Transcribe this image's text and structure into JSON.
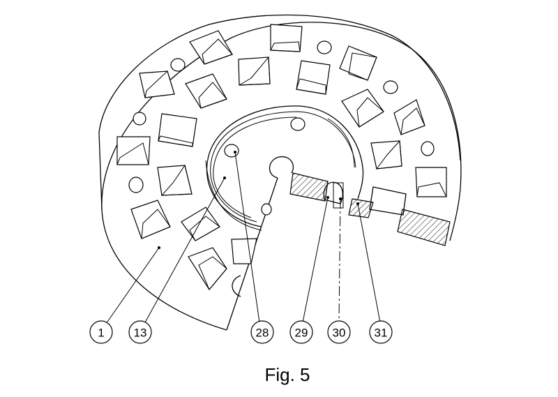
{
  "figure": {
    "caption": "Fig. 5",
    "callouts": [
      {
        "id": "c1",
        "label": "1"
      },
      {
        "id": "c13",
        "label": "13"
      },
      {
        "id": "c28",
        "label": "28"
      },
      {
        "id": "c29",
        "label": "29"
      },
      {
        "id": "c30",
        "label": "30"
      },
      {
        "id": "c31",
        "label": "31"
      }
    ]
  }
}
